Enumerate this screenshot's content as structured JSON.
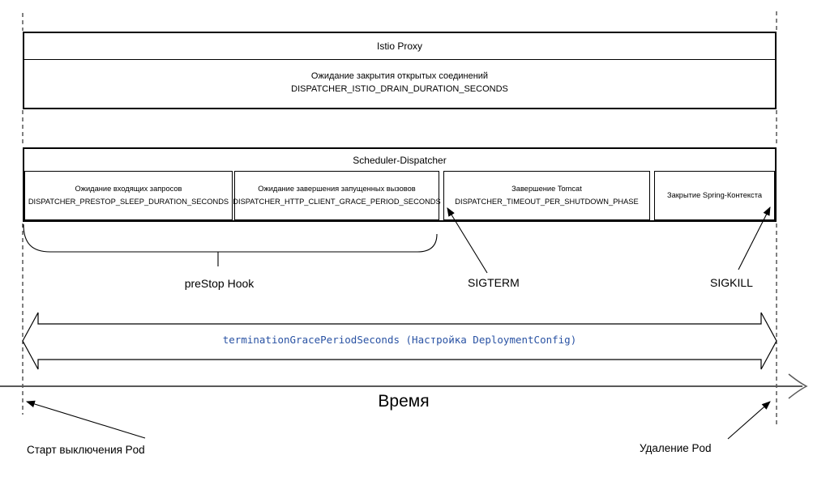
{
  "istio": {
    "title": "Istio Proxy",
    "line1": "Ожидание закрытия открытых соединений",
    "line2": "DISPATCHER_ISTIO_DRAIN_DURATION_SECONDS"
  },
  "scheduler": {
    "title": "Scheduler-Dispatcher",
    "cells": [
      {
        "line1": "Ожидание входящих запросов",
        "line2": "DISPATCHER_PRESTOP_SLEEP_DURATION_SECONDS"
      },
      {
        "line1": "Ожидание завершения запущенных вызовов",
        "line2": "DISPATCHER_HTTP_CLIENT_GRACE_PERIOD_SECONDS"
      },
      {
        "line1": "Завершение Tomcat",
        "line2": "DISPATCHER_TIMEOUT_PER_SHUTDOWN_PHASE"
      },
      {
        "line1": "Закрытие Spring-Контекста",
        "line2": ""
      }
    ]
  },
  "labels": {
    "prestop_hook": "preStop Hook",
    "sigterm": "SIGTERM",
    "sigkill": "SIGKILL",
    "grace_period": "terminationGracePeriodSeconds (Настройка DeploymentConfig)",
    "time_axis": "Время",
    "pod_shutdown_start": "Старт выключения Pod",
    "pod_deletion": "Удаление Pod"
  },
  "colors": {
    "accent_blue": "#2952A3",
    "axis_gray": "#595959",
    "line_black": "#000000"
  }
}
